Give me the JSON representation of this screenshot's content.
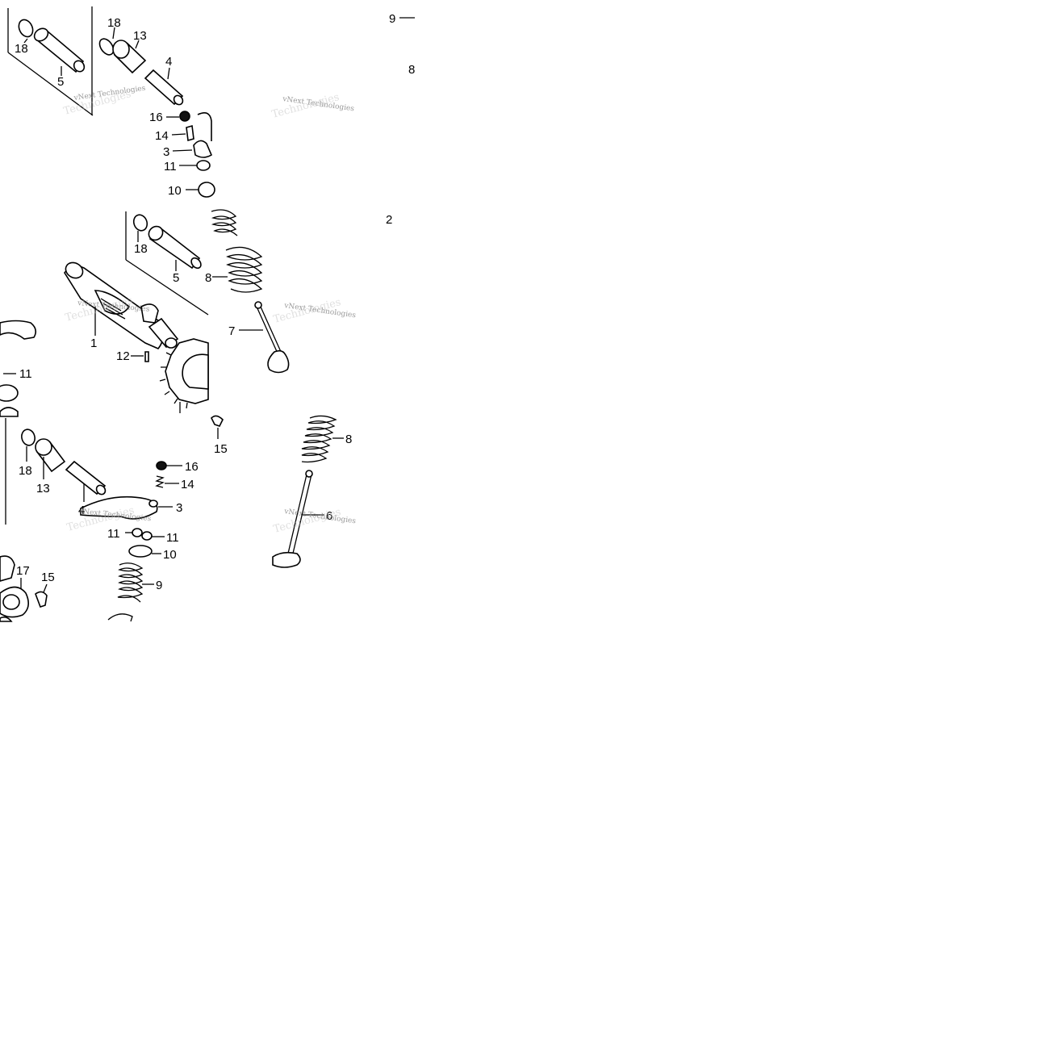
{
  "diagram": {
    "watermark_text": "vNext Technologies",
    "watermark_text_2": "Technologies",
    "panels": [
      {
        "id": "top",
        "labels": [
          {
            "text": "18",
            "name": "label-18-a"
          },
          {
            "text": "5",
            "name": "label-5-a"
          },
          {
            "text": "18",
            "name": "label-18-b"
          },
          {
            "text": "13",
            "name": "label-13-a"
          },
          {
            "text": "4",
            "name": "label-4-a"
          },
          {
            "text": "16",
            "name": "label-16-a"
          },
          {
            "text": "14",
            "name": "label-14-a"
          },
          {
            "text": "3",
            "name": "label-3-a"
          },
          {
            "text": "11",
            "name": "label-11-a"
          },
          {
            "text": "10",
            "name": "label-10-a"
          },
          {
            "text": "9",
            "name": "label-9-a"
          },
          {
            "text": "8",
            "name": "label-8-a"
          },
          {
            "text": "2",
            "name": "label-2-a"
          }
        ]
      },
      {
        "id": "middle",
        "labels": [
          {
            "text": "18",
            "name": "label-18-c"
          },
          {
            "text": "5",
            "name": "label-5-b"
          },
          {
            "text": "1",
            "name": "label-1"
          },
          {
            "text": "12",
            "name": "label-12"
          },
          {
            "text": "11",
            "name": "label-11-b"
          },
          {
            "text": "8",
            "name": "label-8-b"
          },
          {
            "text": "7",
            "name": "label-7"
          },
          {
            "text": "15",
            "name": "label-15-a"
          }
        ]
      },
      {
        "id": "bottom",
        "labels": [
          {
            "text": "18",
            "name": "label-18-d"
          },
          {
            "text": "13",
            "name": "label-13-b"
          },
          {
            "text": "4",
            "name": "label-4-b"
          },
          {
            "text": "16",
            "name": "label-16-b"
          },
          {
            "text": "14",
            "name": "label-14-b"
          },
          {
            "text": "3",
            "name": "label-3-b"
          },
          {
            "text": "11",
            "name": "label-11-c"
          },
          {
            "text": "11",
            "name": "label-11-d"
          },
          {
            "text": "10",
            "name": "label-10-b"
          },
          {
            "text": "9",
            "name": "label-9-b"
          },
          {
            "text": "17",
            "name": "label-17"
          },
          {
            "text": "15",
            "name": "label-15-b"
          },
          {
            "text": "8",
            "name": "label-8-c"
          },
          {
            "text": "6",
            "name": "label-6"
          }
        ]
      }
    ]
  }
}
